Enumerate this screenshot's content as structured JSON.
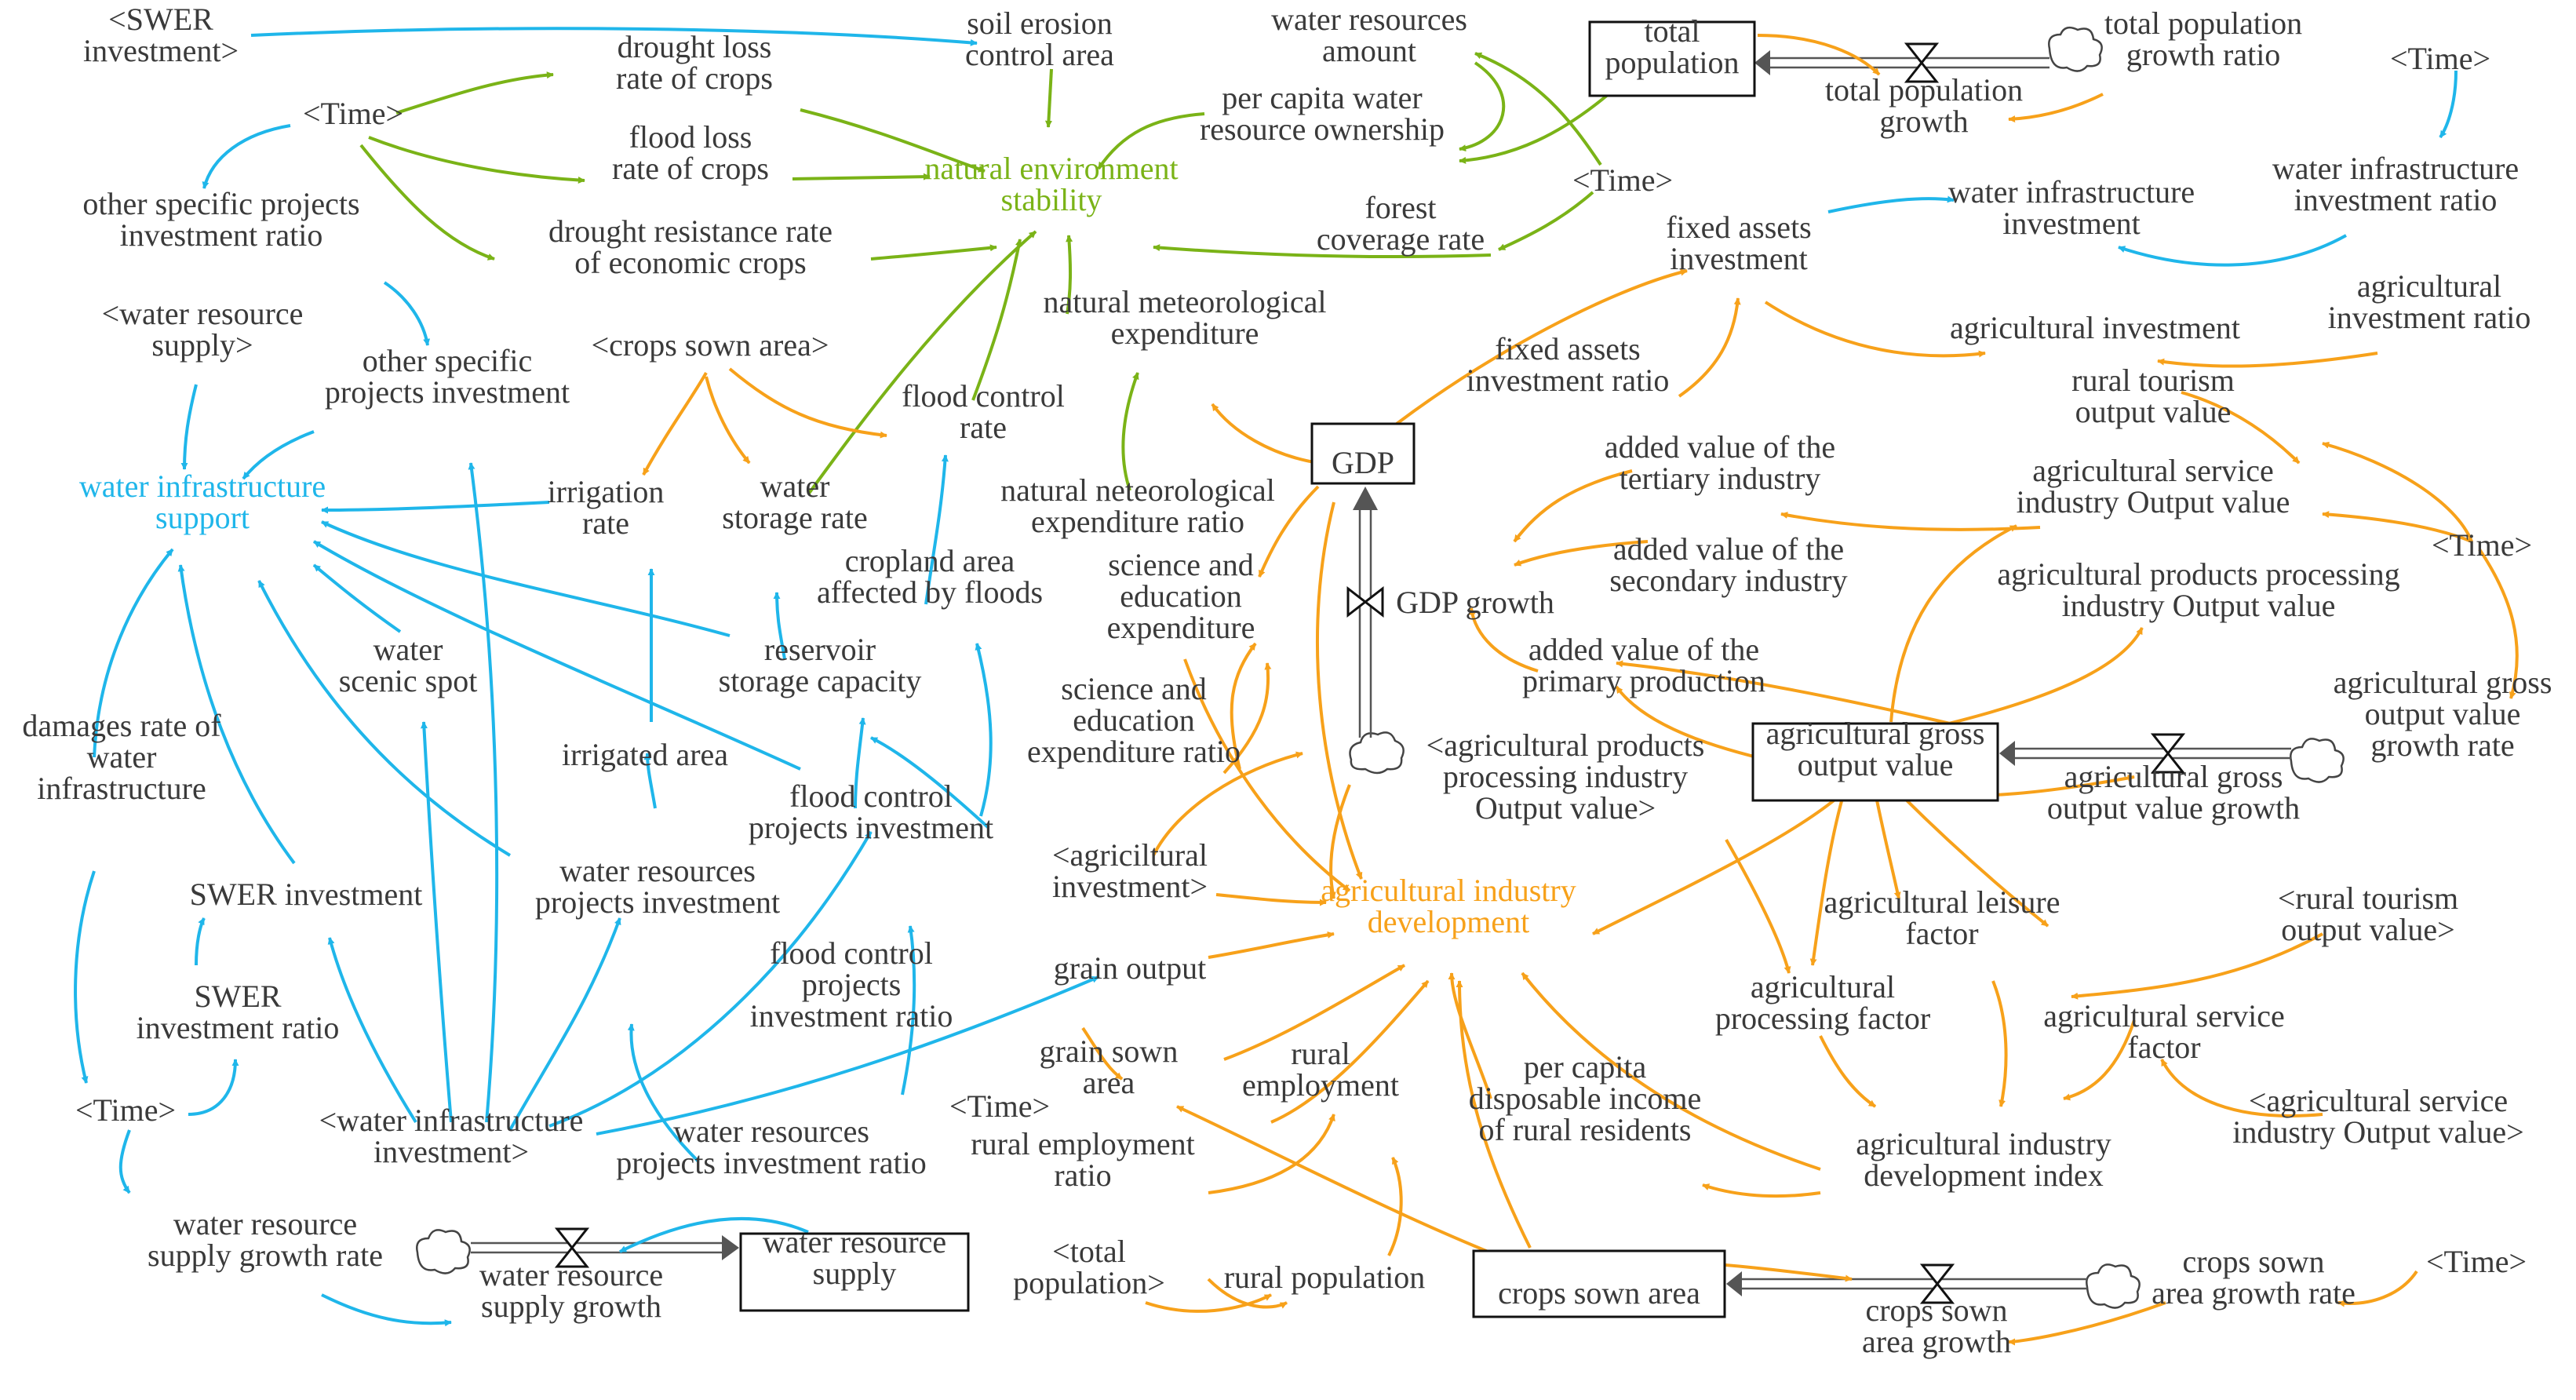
{
  "colors": {
    "green": "#7ab317",
    "blue": "#1fb6ea",
    "orange": "#f7a11a",
    "text": "#3a3a3a",
    "stock_border": "#111111",
    "flow_pipe": "#555555"
  },
  "key_variables": {
    "natural_env": [
      "natural environment",
      "stability"
    ],
    "water_infra": [
      "water infrastructure",
      "support"
    ],
    "agri_dev": [
      "agricultural industry",
      "development"
    ]
  },
  "stocks": {
    "total_population": [
      "total",
      "population"
    ],
    "gdp": [
      "GDP"
    ],
    "agri_gross": [
      "agricultural gross",
      "output value"
    ],
    "crops_sown": [
      "crops sown area"
    ],
    "water_supply": [
      "water resource",
      "supply"
    ]
  },
  "rates": {
    "total_pop_growth": [
      "total population",
      "growth"
    ],
    "gdp_growth": [
      "GDP growth"
    ],
    "agri_gross_growth": [
      "agricultural gross",
      "output value growth"
    ],
    "crops_sown_growth": [
      "crops sown",
      "area growth"
    ],
    "water_supply_growth": [
      "water resource",
      "supply growth"
    ]
  },
  "variables": {
    "swer_inv_shadow": [
      "<SWER",
      "investment>"
    ],
    "soil_erosion": [
      "soil erosion",
      "control area"
    ],
    "water_amount": [
      "water resources",
      "amount"
    ],
    "per_capita_water": [
      "per capita water",
      "resource ownership"
    ],
    "total_pop_growth_ratio": [
      "total population",
      "growth ratio"
    ],
    "time_1": [
      "<Time>"
    ],
    "time_2": [
      "<Time>"
    ],
    "time_3": [
      "<Time>"
    ],
    "time_4": [
      "<Time>"
    ],
    "time_5": [
      "<Time>"
    ],
    "time_6": [
      "<Time>"
    ],
    "time_7": [
      "<Time>"
    ],
    "drought_loss": [
      "drought loss",
      "rate of crops"
    ],
    "flood_loss": [
      "flood loss",
      "rate of crops"
    ],
    "drought_resist": [
      "drought resistance rate",
      "of economic crops"
    ],
    "forest": [
      "forest",
      "coverage rate"
    ],
    "fixed_assets": [
      "fixed assets",
      "investment"
    ],
    "water_infra_inv": [
      "water infrastructure",
      "investment"
    ],
    "water_infra_ratio": [
      "water infrastructure",
      "investment ratio"
    ],
    "other_ratio": [
      "other specific projects",
      "investment ratio"
    ],
    "water_supply_shadow": [
      "<water resource",
      "supply>"
    ],
    "other_inv": [
      "other specific",
      "projects investment"
    ],
    "crops_sown_shadow": [
      "<crops sown area>"
    ],
    "nat_met_exp": [
      "natural meteorological",
      "expenditure"
    ],
    "fixed_ratio": [
      "fixed assets",
      "investment ratio"
    ],
    "agri_inv": [
      "agricultural investment"
    ],
    "agri_inv_ratio": [
      "agricultural",
      "investment ratio"
    ],
    "rural_tourism": [
      "rural tourism",
      "output value"
    ],
    "flood_control_rate": [
      "flood control",
      "rate"
    ],
    "irrigation_rate": [
      "irrigation",
      "rate"
    ],
    "water_storage": [
      "water",
      "storage rate"
    ],
    "tertiary": [
      "added value of the",
      "tertiary industry"
    ],
    "agri_service_out": [
      "agricultural service",
      "industry Output value"
    ],
    "cropland_flood": [
      "cropland area",
      "affected by floods"
    ],
    "nat_met_ratio": [
      "natural neteorological",
      "expenditure ratio"
    ],
    "secondary": [
      "added value of the",
      "secondary industry"
    ],
    "agri_proc_out": [
      "agricultural products processing",
      "industry Output value"
    ],
    "water_scenic": [
      "water",
      "scenic spot"
    ],
    "reservoir": [
      "reservoir",
      "storage capacity"
    ],
    "sci_exp": [
      "science and",
      "education",
      "expenditure"
    ],
    "primary": [
      "added value of the",
      "primary production"
    ],
    "damages_rate": [
      "damages rate of",
      "water",
      "infrastructure"
    ],
    "irrigated_area": [
      "irrigated area"
    ],
    "sci_ratio": [
      "science and",
      "education",
      "expenditure ratio"
    ],
    "agri_gross_rate": [
      "agricultural gross",
      "output value",
      "growth rate"
    ],
    "agri_proc_shadow": [
      "<agricultural products",
      "processing industry",
      "Output value>"
    ],
    "flood_control_inv": [
      "flood control",
      "projects investment"
    ],
    "swer_inv": [
      "SWER investment"
    ],
    "water_proj_inv": [
      "water resources",
      "projects investment"
    ],
    "agri_inv_shadow": [
      "<agriciltural",
      "investment>"
    ],
    "agri_leisure": [
      "agricultural leisure",
      "factor"
    ],
    "rural_tourism_shadow": [
      "<rural tourism",
      "output value>"
    ],
    "grain_output": [
      "grain output"
    ],
    "swer_ratio": [
      "SWER",
      "investment ratio"
    ],
    "flood_control_ratio": [
      "flood control",
      "projects",
      "investment ratio"
    ],
    "agri_processing": [
      "agricultural",
      "processing factor"
    ],
    "agri_service_factor": [
      "agricultural service",
      "factor"
    ],
    "grain_sown": [
      "grain sown",
      "area"
    ],
    "rural_emp": [
      "rural",
      "employment"
    ],
    "per_capita_income": [
      "per capita",
      "disposable income",
      "of rural residents"
    ],
    "agri_service_shadow": [
      "<agricultural service",
      "industry Output value>"
    ],
    "water_infra_shadow": [
      "<water infrastructure",
      "investment>"
    ],
    "water_proj_ratio": [
      "water resources",
      "projects investment ratio"
    ],
    "agri_dev_index": [
      "agricultural industry",
      "development index"
    ],
    "rural_emp_ratio": [
      "rural employment",
      "ratio"
    ],
    "water_supply_growth_rate": [
      "water resource",
      "supply growth rate"
    ],
    "total_pop_shadow": [
      "<total",
      "population>"
    ],
    "rural_pop": [
      "rural population"
    ],
    "crops_sown_rate": [
      "crops sown",
      "area growth rate"
    ]
  }
}
